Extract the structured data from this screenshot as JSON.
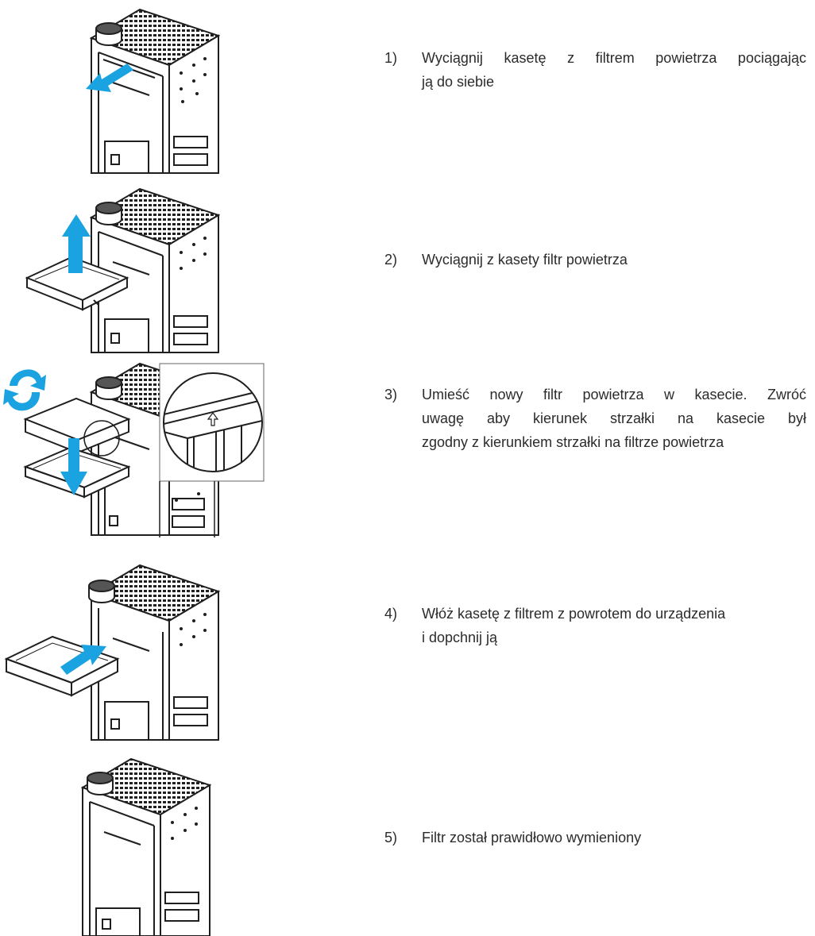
{
  "colors": {
    "arrow": "#1aa3e0",
    "line": "#1f1f1f",
    "panel": "#ffffff"
  },
  "steps": [
    {
      "number": "1)",
      "lines": [
        "Wyciągnij kasetę z filtrem powietrza pociągając",
        "ją do siebie"
      ],
      "figure_icon": "pull-out-arrow-icon"
    },
    {
      "number": "2)",
      "lines": [
        "Wyciągnij z kasety filtr powietrza"
      ],
      "figure_icon": "lift-up-arrow-icon"
    },
    {
      "number": "3)",
      "lines": [
        "Umieść nowy filtr powietrza w kasecie. Zwróć",
        "uwagę aby kierunek strzałki na kasecie był",
        "zgodny z kierunkiem strzałki na filtrze powietrza"
      ],
      "figure_icon": "flip-and-insert-arrow-icon"
    },
    {
      "number": "4)",
      "lines": [
        "Włóż kasetę z filtrem z powrotem do urządzenia",
        "i dopchnij ją"
      ],
      "figure_icon": "push-in-arrow-icon"
    },
    {
      "number": "5)",
      "lines": [
        "Filtr został prawidłowo wymieniony"
      ],
      "figure_icon": "device-icon"
    }
  ]
}
